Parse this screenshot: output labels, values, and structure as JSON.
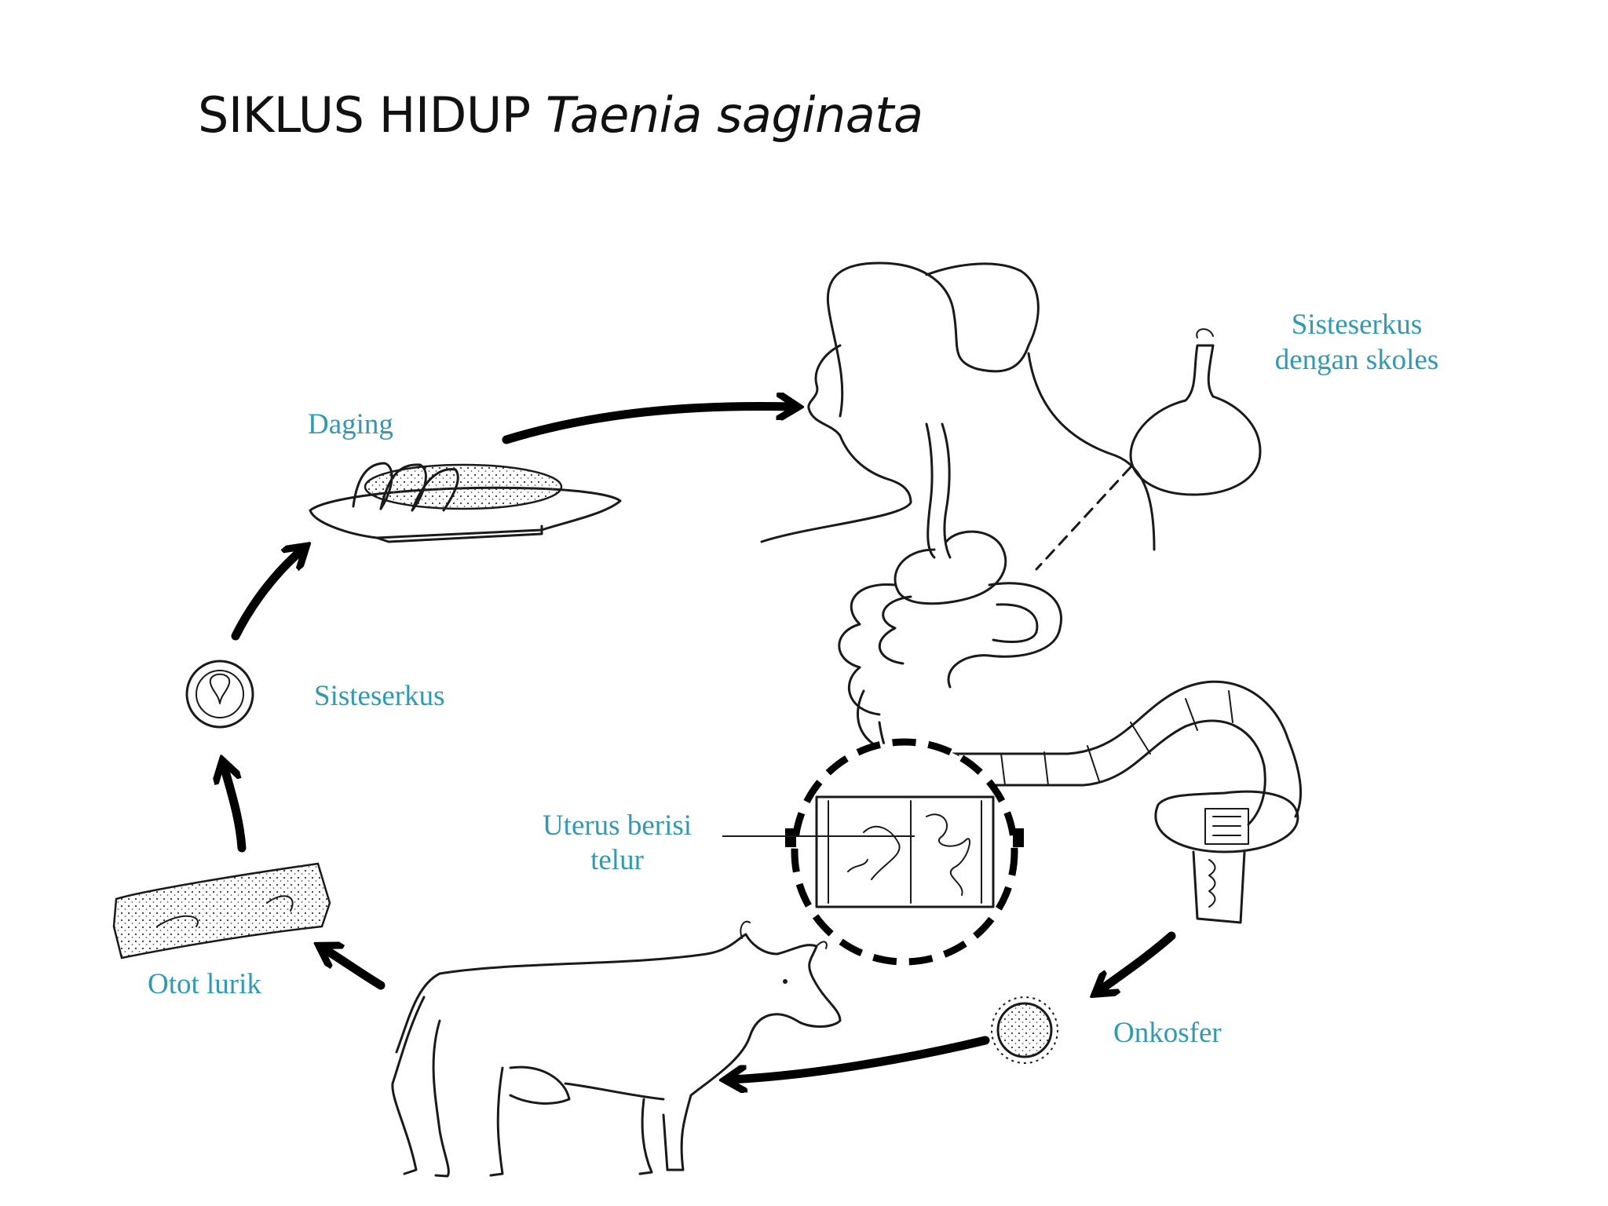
{
  "title": {
    "prefix": "SIKLUS HIDUP",
    "species": "Taenia saginata"
  },
  "labels": {
    "daging": "Daging",
    "sisteserkus_skoles_line1": "Sisteserkus",
    "sisteserkus_skoles_line2": "dengan skoles",
    "sisteserkus": "Sisteserkus",
    "uterus_line1": "Uterus berisi",
    "uterus_line2": "telur",
    "otot_lurik": "Otot lurik",
    "onkosfer": "Onkosfer"
  },
  "colors": {
    "label": "#2e9ab3",
    "ink": "#1a1a1a",
    "arrow": "#000000"
  }
}
